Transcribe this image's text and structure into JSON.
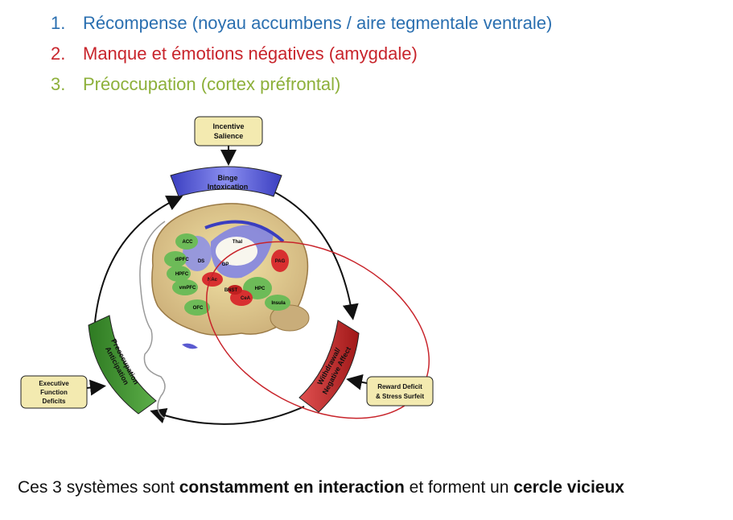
{
  "list": [
    {
      "num": "1.",
      "text": "Récompense (noyau accumbens / aire tegmentale ventrale)",
      "color": "#2a6fb0"
    },
    {
      "num": "2.",
      "text": "Manque et émotions négatives (amygdale)",
      "color": "#c8242b"
    },
    {
      "num": "3.",
      "text": "Préoccupation (cortex préfrontal)",
      "color": "#8db03a"
    }
  ],
  "diagram": {
    "incentive": [
      "Incentive",
      "Salience"
    ],
    "binge": [
      "Binge",
      "Intoxication"
    ],
    "withdrawal": [
      "Withdrawal/",
      "Negative Affect"
    ],
    "preoccupation": [
      "Preoccupation",
      "Anticipation"
    ],
    "executive": [
      "Executive",
      "Function",
      "Deficits"
    ],
    "reward": [
      "Reward Deficit",
      "& Stress Surfeit"
    ],
    "regions": {
      "acc": "ACC",
      "dlpfc": "dlPFC",
      "hpfc": "HPFC",
      "vmpfc": "vmPFC",
      "ofc": "OFC",
      "ds": "DS",
      "gp": "GP",
      "thal": "Thal",
      "nac": "NAc",
      "bnst": "BNST",
      "cea": "CeA",
      "hpc": "HPC",
      "insula": "Insula",
      "pag": "PAG"
    }
  },
  "bottom": {
    "p1": "Ces 3 systèmes sont ",
    "b1": "constamment en interaction",
    "p2": " et forment un ",
    "b2": "cercle vicieux"
  },
  "colors": {
    "blue": "#4a4ec8",
    "red": "#c8242b",
    "green": "#3e8e2c",
    "box": "#f3eab0"
  }
}
